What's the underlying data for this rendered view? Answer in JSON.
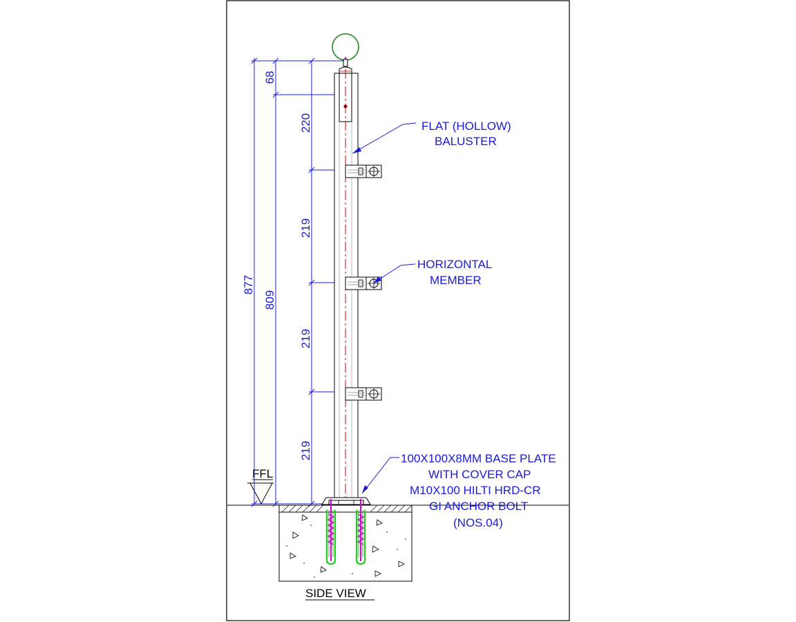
{
  "dimensions": {
    "d68": "68",
    "d220": "220",
    "d219_1": "219",
    "d219_2": "219",
    "d219_3": "219",
    "d809": "809",
    "d877": "877"
  },
  "labels": {
    "ffl": "FFL",
    "baluster_line1": "FLAT (HOLLOW)",
    "baluster_line2": "BALUSTER",
    "member_line1": "HORIZONTAL",
    "member_line2": "MEMBER",
    "base_line1": "100X100X8MM BASE PLATE",
    "base_line2": "WITH COVER CAP",
    "base_line3": "M10X100 HILTI HRD-CR",
    "base_line4": "GI ANCHOR BOLT",
    "base_line5": "(NOS.04)",
    "view_title": "SIDE VIEW"
  },
  "colors": {
    "dimension": "#1a1ad6",
    "outline": "#000000",
    "centerline": "#d40000",
    "handrail": "#1a8a1a",
    "anchor_bolt": "#d400d4",
    "anchor_sleeve": "#22cc22"
  }
}
